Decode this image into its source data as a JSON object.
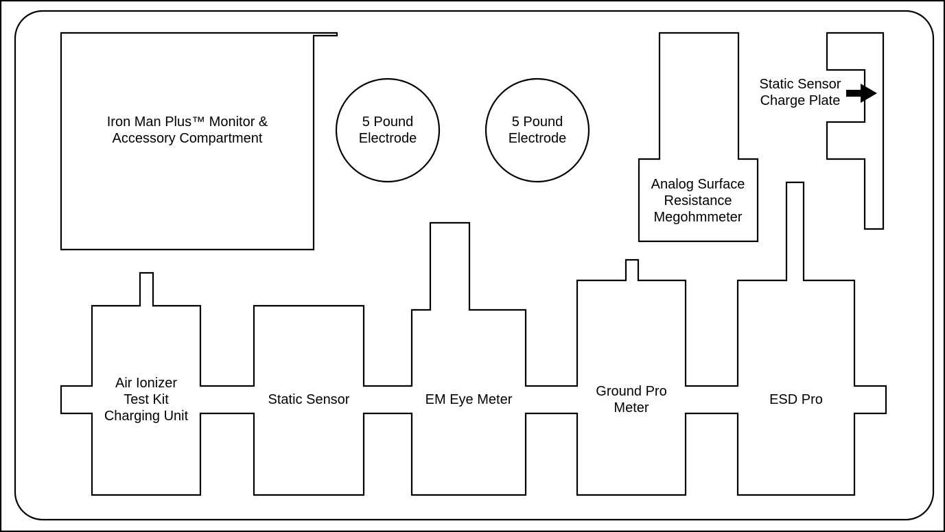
{
  "compartments": {
    "monitor": [
      "Iron Man Plus™ Monitor &",
      "Accessory Compartment"
    ],
    "electrode_1": [
      "5 Pound",
      "Electrode"
    ],
    "electrode_2": [
      "5 Pound",
      "Electrode"
    ],
    "megohmmeter": [
      "Analog Surface",
      "Resistance",
      "Megohmmeter"
    ],
    "charge_plate": [
      "Static Sensor",
      "Charge Plate"
    ],
    "air_ionizer": [
      "Air Ionizer",
      "Test Kit",
      "Charging Unit"
    ],
    "static_sensor": [
      "Static Sensor"
    ],
    "em_eye": [
      "EM Eye Meter"
    ],
    "ground_pro": [
      "Ground Pro",
      "Meter"
    ],
    "esd_pro": [
      "ESD Pro"
    ]
  },
  "colors": {
    "stroke": "#000000",
    "background": "#ffffff"
  }
}
